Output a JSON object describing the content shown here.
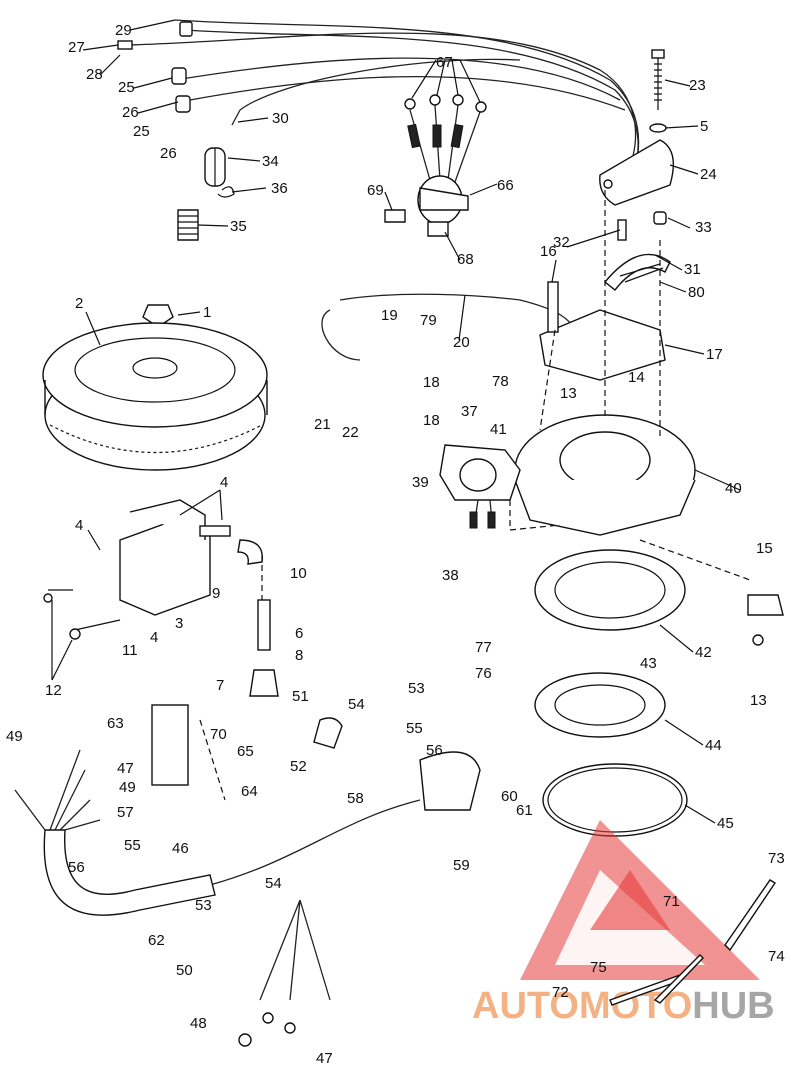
{
  "callouts": [
    "1",
    "2",
    "3",
    "4",
    "5",
    "6",
    "7",
    "8",
    "9",
    "10",
    "11",
    "12",
    "13",
    "14",
    "15",
    "16",
    "17",
    "18",
    "19",
    "20",
    "21",
    "22",
    "23",
    "24",
    "25",
    "26",
    "27",
    "28",
    "29",
    "30",
    "31",
    "32",
    "33",
    "34",
    "35",
    "36",
    "37",
    "38",
    "39",
    "40",
    "41",
    "42",
    "43",
    "44",
    "45",
    "46",
    "47",
    "48",
    "49",
    "50",
    "51",
    "52",
    "53",
    "54",
    "55",
    "56",
    "57",
    "58",
    "59",
    "60",
    "61",
    "62",
    "63",
    "64",
    "65",
    "66",
    "67",
    "68",
    "69",
    "70",
    "71",
    "72",
    "73",
    "74",
    "75",
    "76",
    "77",
    "78",
    "79",
    "80"
  ],
  "watermark": {
    "part1": "AUTOMOTO",
    "part2": "HUB",
    "color1": "#f4b183",
    "color2": "#a6a6a6",
    "logo_color": "#e63b3b"
  }
}
